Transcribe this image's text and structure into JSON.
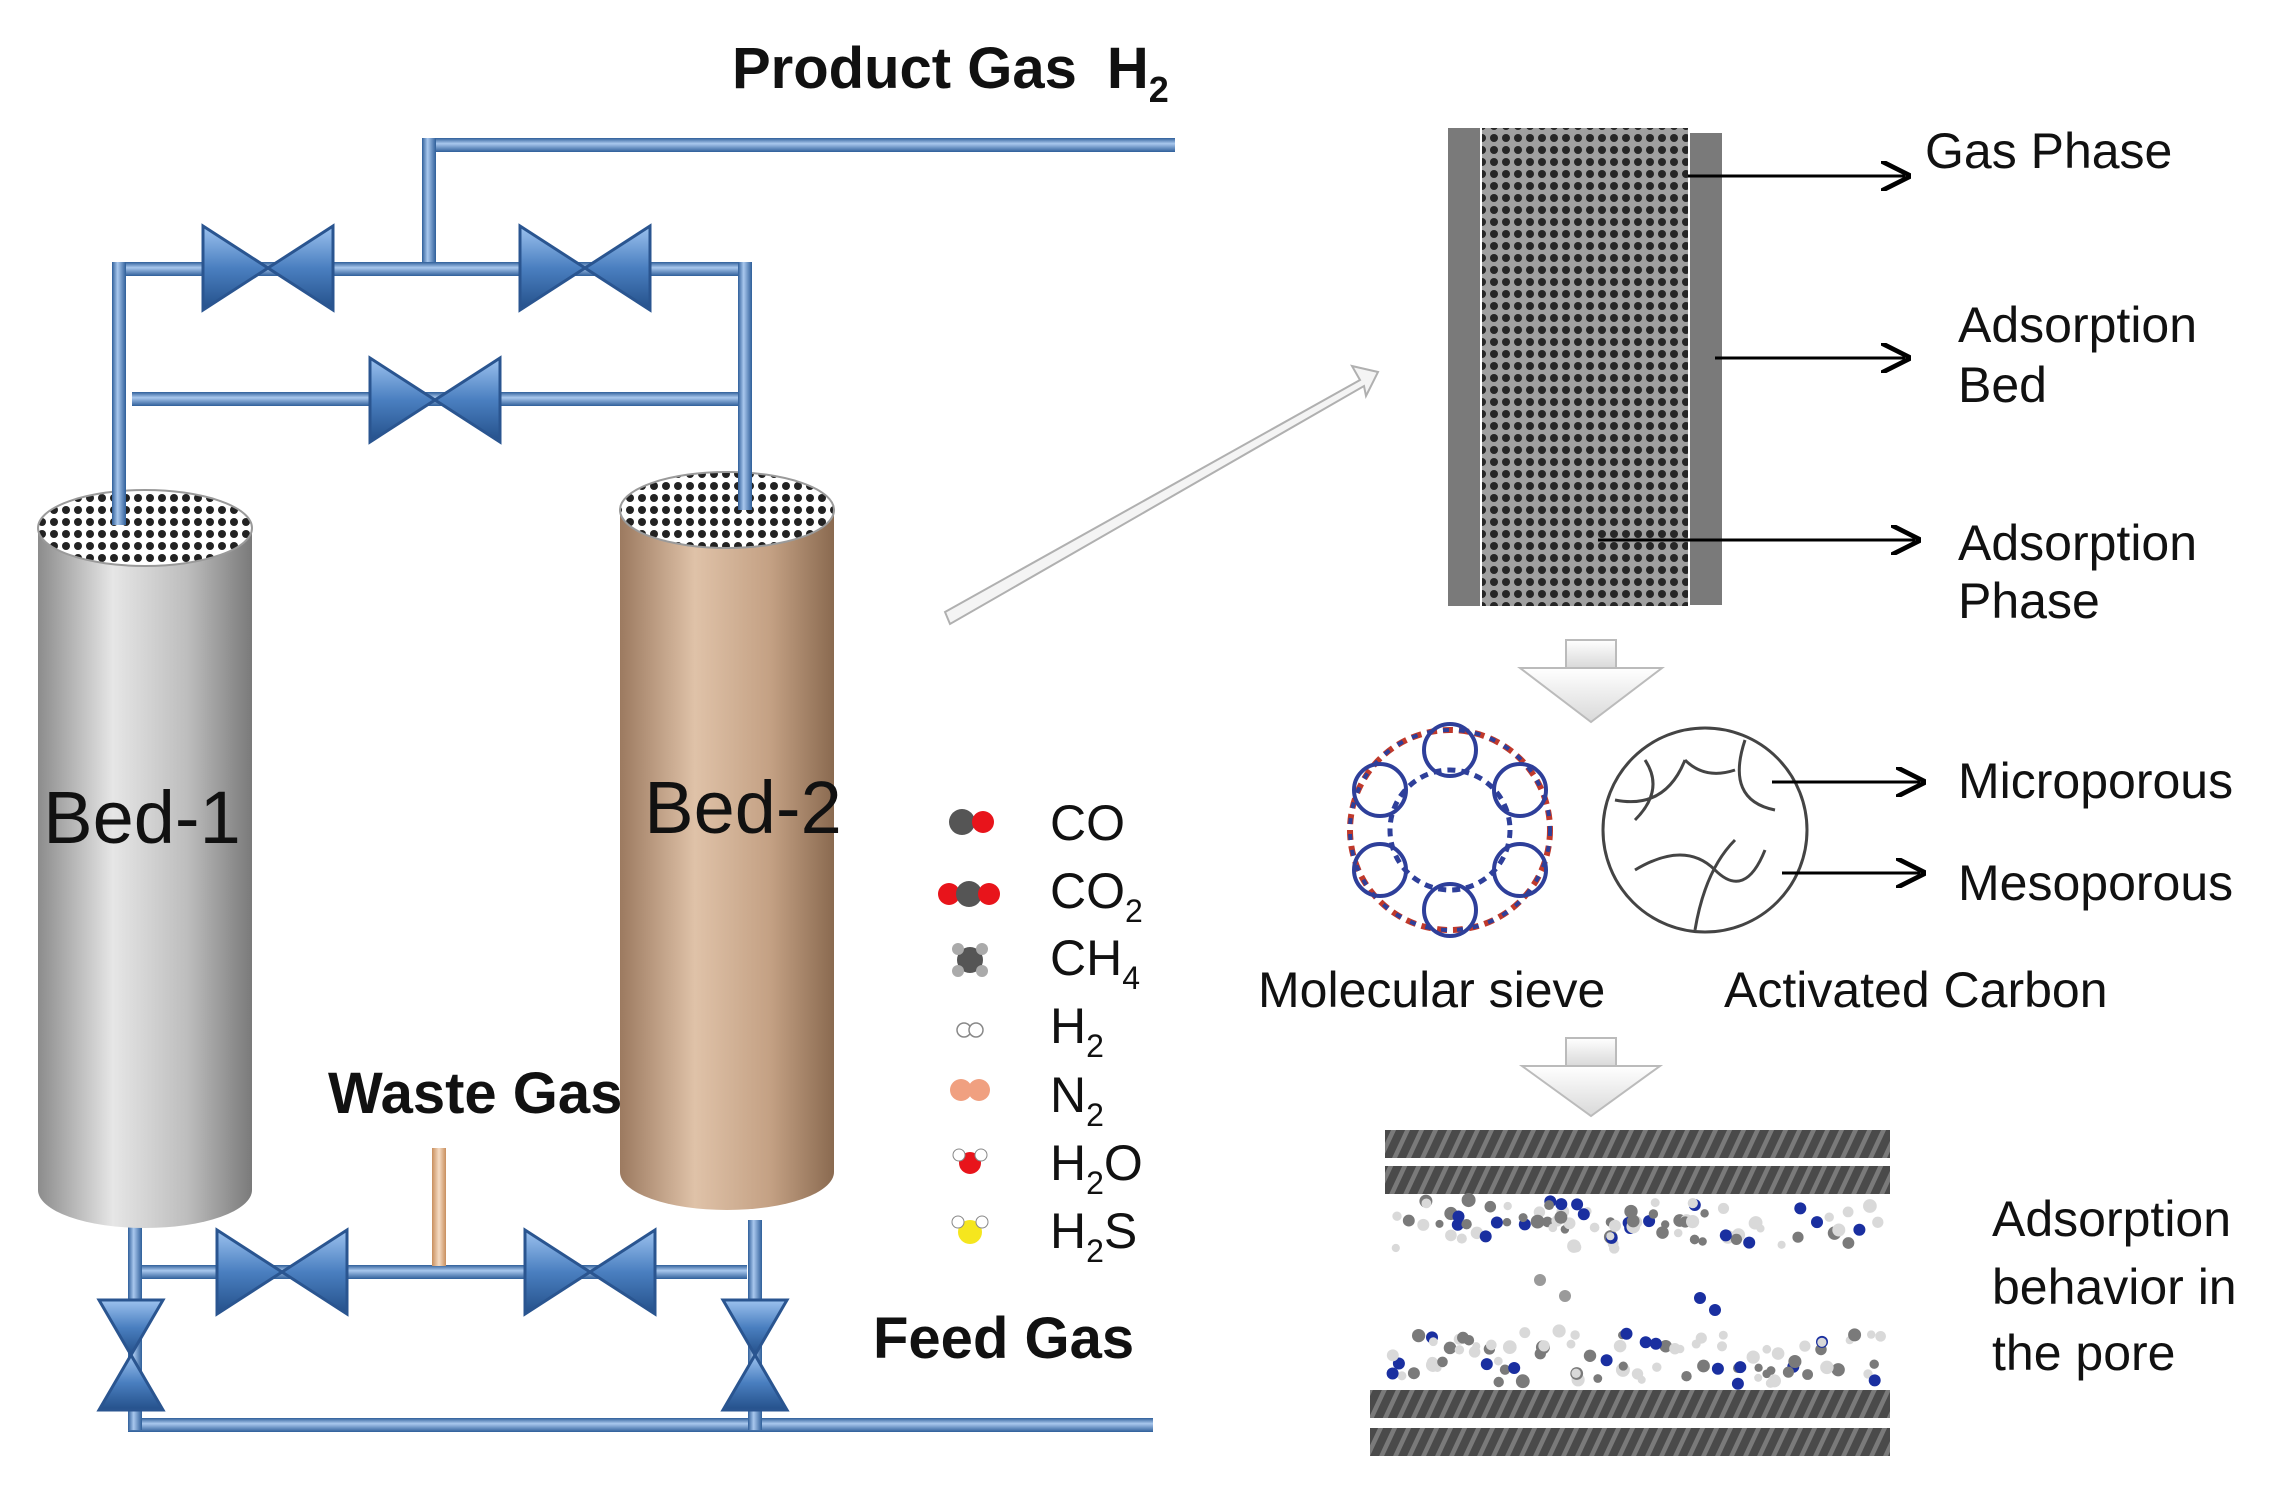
{
  "labels": {
    "product_gas": "Product Gas",
    "product_gas_formula": "H",
    "product_gas_sub": "2",
    "waste_gas": "Waste Gas",
    "feed_gas": "Feed Gas",
    "bed1": "Bed-1",
    "bed2": "Bed-2",
    "gas_phase": "Gas Phase",
    "adsorption_bed_1": "Adsorption",
    "adsorption_bed_2": "Bed",
    "adsorption_phase_1": "Adsorption",
    "adsorption_phase_2": "Phase",
    "microporous": "Microporous",
    "mesoporous": "Mesoporous",
    "molecular_sieve": "Molecular sieve",
    "activated_carbon": "Activated Carbon",
    "behavior_1": "Adsorption",
    "behavior_2": "behavior in",
    "behavior_3": "the pore"
  },
  "legend": [
    {
      "base": "CO",
      "sub": "",
      "tail": "",
      "colors": [
        "#555555",
        "#e8141b"
      ]
    },
    {
      "base": "CO",
      "sub": "2",
      "tail": "",
      "colors": [
        "#e8141b",
        "#555555",
        "#e8141b"
      ]
    },
    {
      "base": "CH",
      "sub": "4",
      "tail": "",
      "colors": [
        "#555555"
      ]
    },
    {
      "base": "H",
      "sub": "2",
      "tail": "",
      "colors": [
        "#ffffff",
        "#ffffff"
      ]
    },
    {
      "base": "N",
      "sub": "2",
      "tail": "",
      "colors": [
        "#f0a080",
        "#f0a080"
      ]
    },
    {
      "base": "H",
      "sub": "2",
      "tail": "O",
      "colors": [
        "#e8141b"
      ]
    },
    {
      "base": "H",
      "sub": "2",
      "tail": "S",
      "colors": [
        "#f5e61e"
      ]
    }
  ],
  "colors": {
    "pipe": "#5b8fd0",
    "pipe_dark": "#2f5f9a",
    "bed1": "#b8b8b8",
    "bed2": "#c9a98e"
  }
}
